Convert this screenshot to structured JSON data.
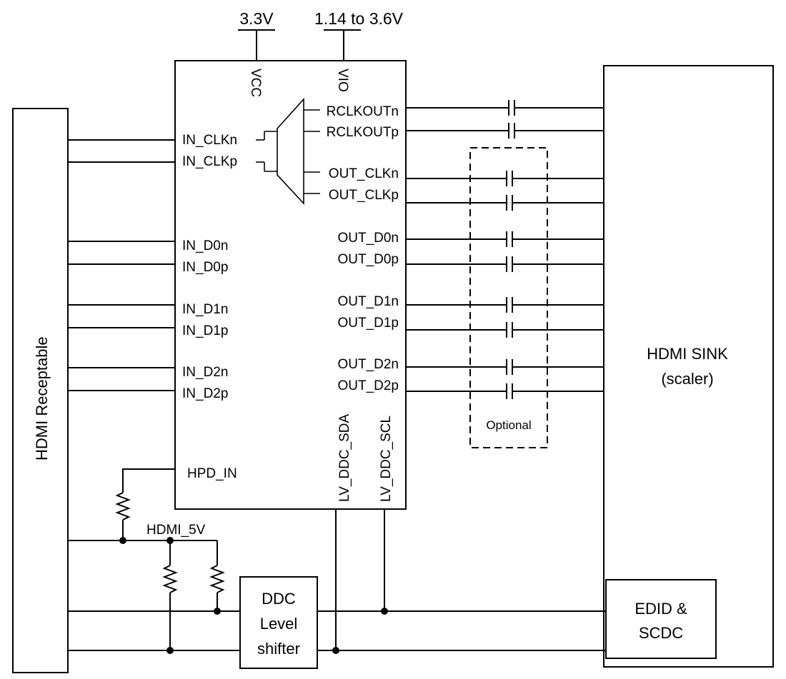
{
  "supplies": {
    "vcc_voltage": "3.3V",
    "vio_voltage": "1.14 to 3.6V"
  },
  "chip": {
    "vcc": "VCC",
    "vio": "VIO",
    "inputs": {
      "in_clkn": "IN_CLKn",
      "in_clkp": "IN_CLKp",
      "in_d0n": "IN_D0n",
      "in_d0p": "IN_D0p",
      "in_d1n": "IN_D1n",
      "in_d1p": "IN_D1p",
      "in_d2n": "IN_D2n",
      "in_d2p": "IN_D2p",
      "hpd_in": "HPD_IN"
    },
    "outputs": {
      "rclkoutn": "RCLKOUTn",
      "rclkoutp": "RCLKOUTp",
      "out_clkn": "OUT_CLKn",
      "out_clkp": "OUT_CLKp",
      "out_d0n": "OUT_D0n",
      "out_d0p": "OUT_D0p",
      "out_d1n": "OUT_D1n",
      "out_d1p": "OUT_D1p",
      "out_d2n": "OUT_D2n",
      "out_d2p": "OUT_D2p"
    },
    "ddc": {
      "sda": "LV_DDC_SDA",
      "scl": "LV_DDC_SCL"
    }
  },
  "receptacle": {
    "label": "HDMI Receptable"
  },
  "sink": {
    "line1": "HDMI SINK",
    "line2": "(scaler)"
  },
  "optional_label": "Optional",
  "hdmi_5v": "HDMI_5V",
  "level_shifter": {
    "line1": "DDC",
    "line2": "Level",
    "line3": "shifter"
  },
  "edid": {
    "line1": "EDID &",
    "line2": "SCDC"
  }
}
